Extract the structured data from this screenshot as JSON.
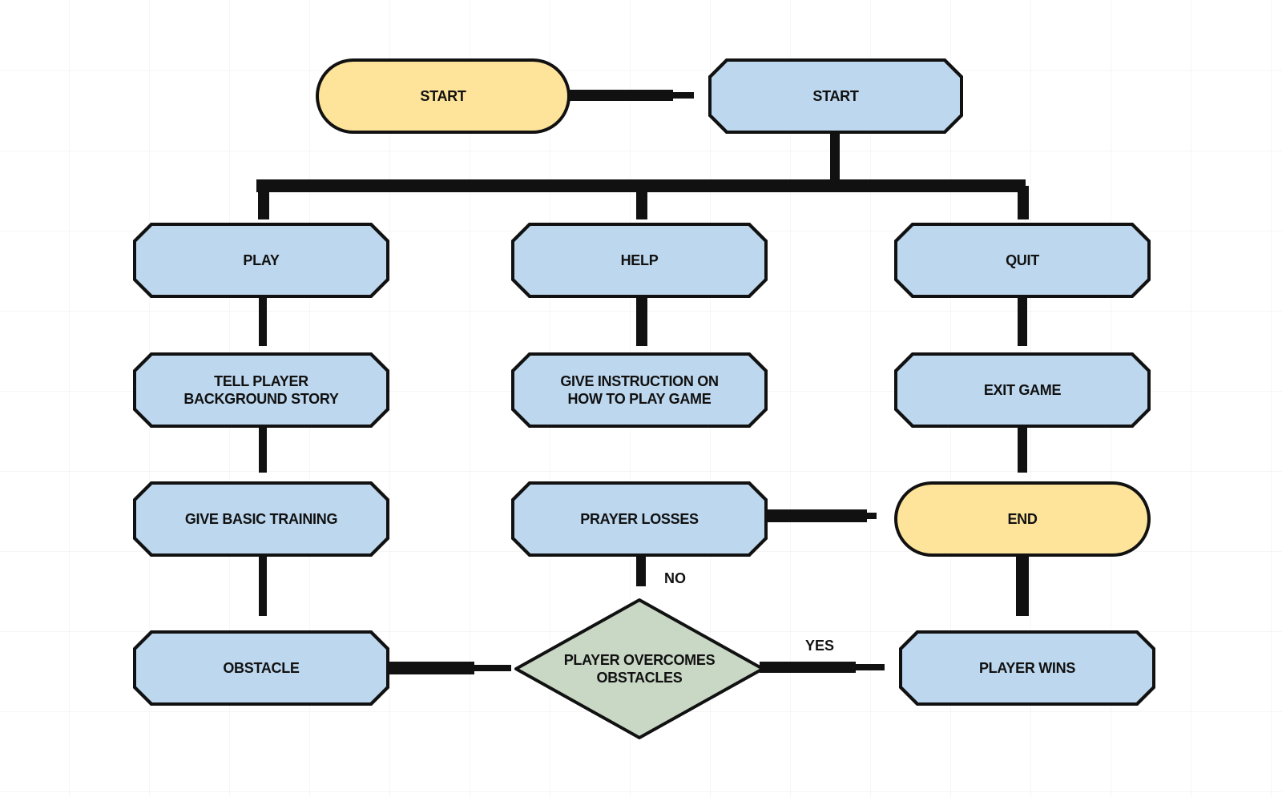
{
  "colors": {
    "process_fill": "#bdd7ee",
    "terminal_fill": "#fde49a",
    "decision_fill": "#c9d8c5",
    "stroke": "#111111"
  },
  "nodes": {
    "start_terminal": "START",
    "start_menu": "START",
    "play": "PLAY",
    "help": "HELP",
    "quit": "QUIT",
    "tell_story_line1": "TELL PLAYER",
    "tell_story_line2": "BACKGROUND STORY",
    "give_instruction_line1": "GIVE INSTRUCTION ON",
    "give_instruction_line2": "HOW TO PLAY GAME",
    "exit_game": "EXIT GAME",
    "give_training": "GIVE BASIC TRAINING",
    "prayer_losses": "PRAYER LOSSES",
    "end": "END",
    "obstacle": "OBSTACLE",
    "decision_line1": "PLAYER OVERCOMES",
    "decision_line2": "OBSTACLES",
    "player_wins": "PLAYER WINS"
  },
  "edge_labels": {
    "no": "NO",
    "yes": "YES"
  }
}
